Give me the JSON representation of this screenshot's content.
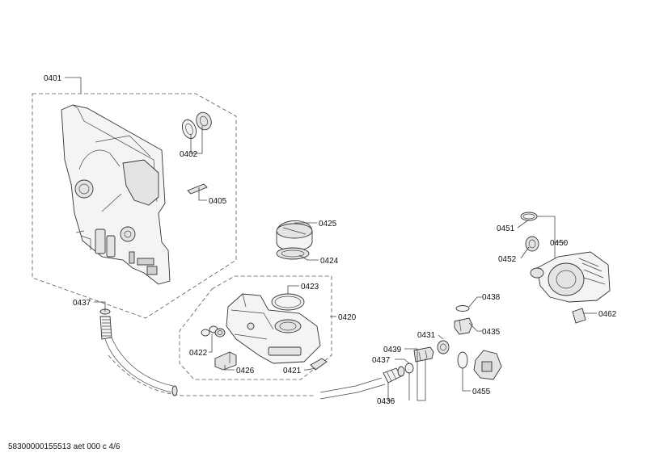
{
  "parts": [
    {
      "id": "p0401",
      "label": "0401"
    },
    {
      "id": "p0402",
      "label": "0402"
    },
    {
      "id": "p0405",
      "label": "0405"
    },
    {
      "id": "p0425",
      "label": "0425"
    },
    {
      "id": "p0424",
      "label": "0424"
    },
    {
      "id": "p0423",
      "label": "0423"
    },
    {
      "id": "p0420",
      "label": "0420"
    },
    {
      "id": "p0422",
      "label": "0422"
    },
    {
      "id": "p0426",
      "label": "0426"
    },
    {
      "id": "p0421",
      "label": "0421"
    },
    {
      "id": "p0437a",
      "label": "0437"
    },
    {
      "id": "p0437b",
      "label": "0437"
    },
    {
      "id": "p0436",
      "label": "0436"
    },
    {
      "id": "p0439",
      "label": "0439"
    },
    {
      "id": "p0431",
      "label": "0431"
    },
    {
      "id": "p0438",
      "label": "0438"
    },
    {
      "id": "p0435",
      "label": "0435"
    },
    {
      "id": "p0455",
      "label": "0455"
    },
    {
      "id": "p0451",
      "label": "0451"
    },
    {
      "id": "p0450",
      "label": "0450"
    },
    {
      "id": "p0452",
      "label": "0452"
    },
    {
      "id": "p0462",
      "label": "0462"
    }
  ],
  "footer": "58300000155513 aet 000 c 4/6"
}
